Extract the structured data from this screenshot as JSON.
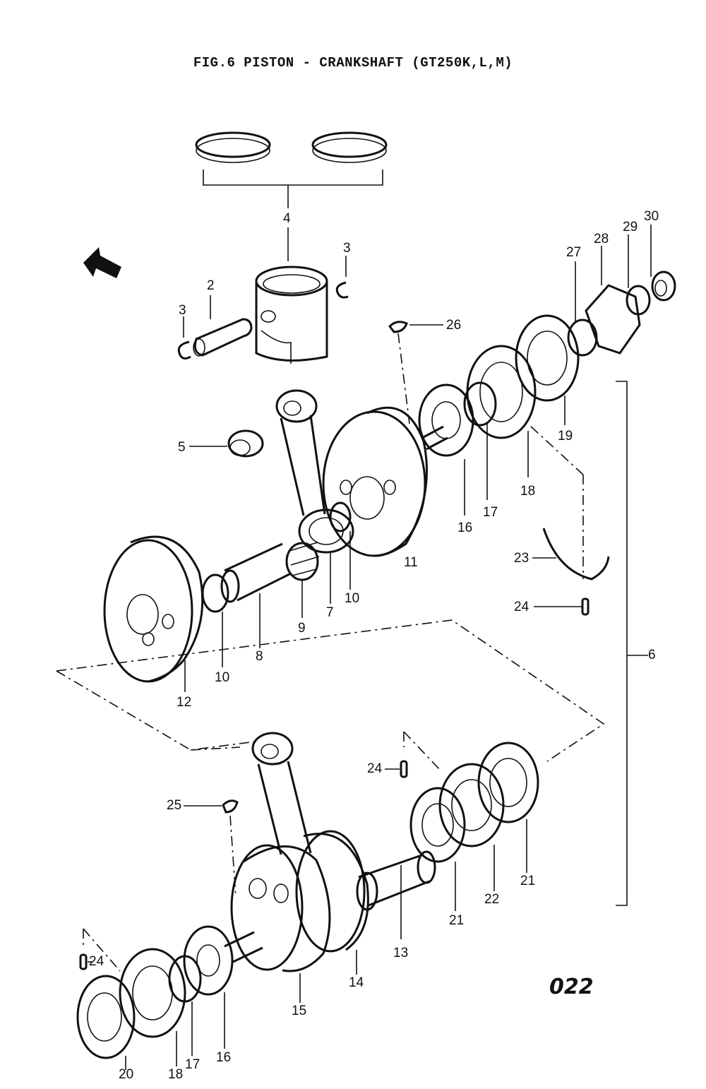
{
  "figure": {
    "title": "FIG.6  PISTON - CRANKSHAFT (GT250K,L,M)",
    "page_number": "022"
  },
  "part_labels": {
    "p2": "2",
    "p3a": "3",
    "p3b": "3",
    "p4": "4",
    "p5": "5",
    "p6": "6",
    "p7": "7",
    "p8": "8",
    "p9": "9",
    "p10a": "10",
    "p10b": "10",
    "p11": "11",
    "p12": "12",
    "p13": "13",
    "p14": "14",
    "p15": "15",
    "p16a": "16",
    "p16b": "16",
    "p17a": "17",
    "p17b": "17",
    "p18a": "18",
    "p18b": "18",
    "p19": "19",
    "p20": "20",
    "p21a": "21",
    "p21b": "21",
    "p22": "22",
    "p23": "23",
    "p24a": "24",
    "p24b": "24",
    "p24c": "24",
    "p25": "25",
    "p26": "26",
    "p27": "27",
    "p28": "28",
    "p29": "29",
    "p30": "30"
  }
}
